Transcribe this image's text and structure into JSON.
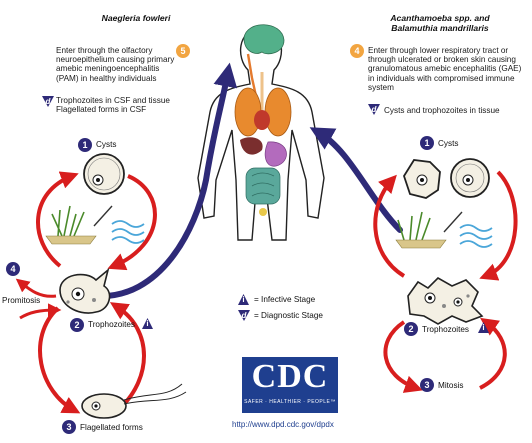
{
  "left_panel": {
    "organism": "Naegleria fowleri",
    "step5_number": "5",
    "step5_text": "Enter through the olfactory neuroepithelium causing primary amebic meningoencephalitis (PAM) in healthy individuals",
    "diag_badge": "d",
    "diag_text": "Trophozoites in CSF and tissue Flagellated forms in CSF",
    "stages": {
      "cysts_number": "1",
      "cysts_label": "Cysts",
      "promitosis_number": "4",
      "promitosis_label": "Promitosis",
      "trophozoites_number": "2",
      "trophozoites_label": "Trophozoites",
      "flagellated_number": "3",
      "flagellated_label": "Flagellated forms"
    }
  },
  "right_panel": {
    "organism_line1": "Acanthamoeba spp. and",
    "organism_line2": "Balamuthia mandrillaris",
    "step4_number": "4",
    "step4_text": "Enter through lower respiratory tract or through ulcerated or broken skin causing granulomatous amebic encephalitis (GAE) in individuals with compromised immune system",
    "diag_badge": "d",
    "diag_text": "Cysts and trophozoites in tissue",
    "stages": {
      "cysts_number": "1",
      "cysts_label": "Cysts",
      "trophozoites_number": "2",
      "trophozoites_label": "Trophozoites",
      "mitosis_number": "3",
      "mitosis_label": "Mitosis"
    }
  },
  "legend": {
    "infective_symbol": "i",
    "infective_label": "= Infective Stage",
    "diagnostic_symbol": "d",
    "diagnostic_label": "= Diagnostic Stage"
  },
  "footer": {
    "logo_text": "CDC",
    "logo_tagline": "SAFER · HEALTHIER · PEOPLE™",
    "url": "http://www.dpd.cdc.gov/dpdx"
  },
  "colors": {
    "navy": "#2e2a78",
    "red_arrow": "#d81e1e",
    "orange_badge": "#f2a541",
    "cdc_blue": "#1f3f8f"
  }
}
